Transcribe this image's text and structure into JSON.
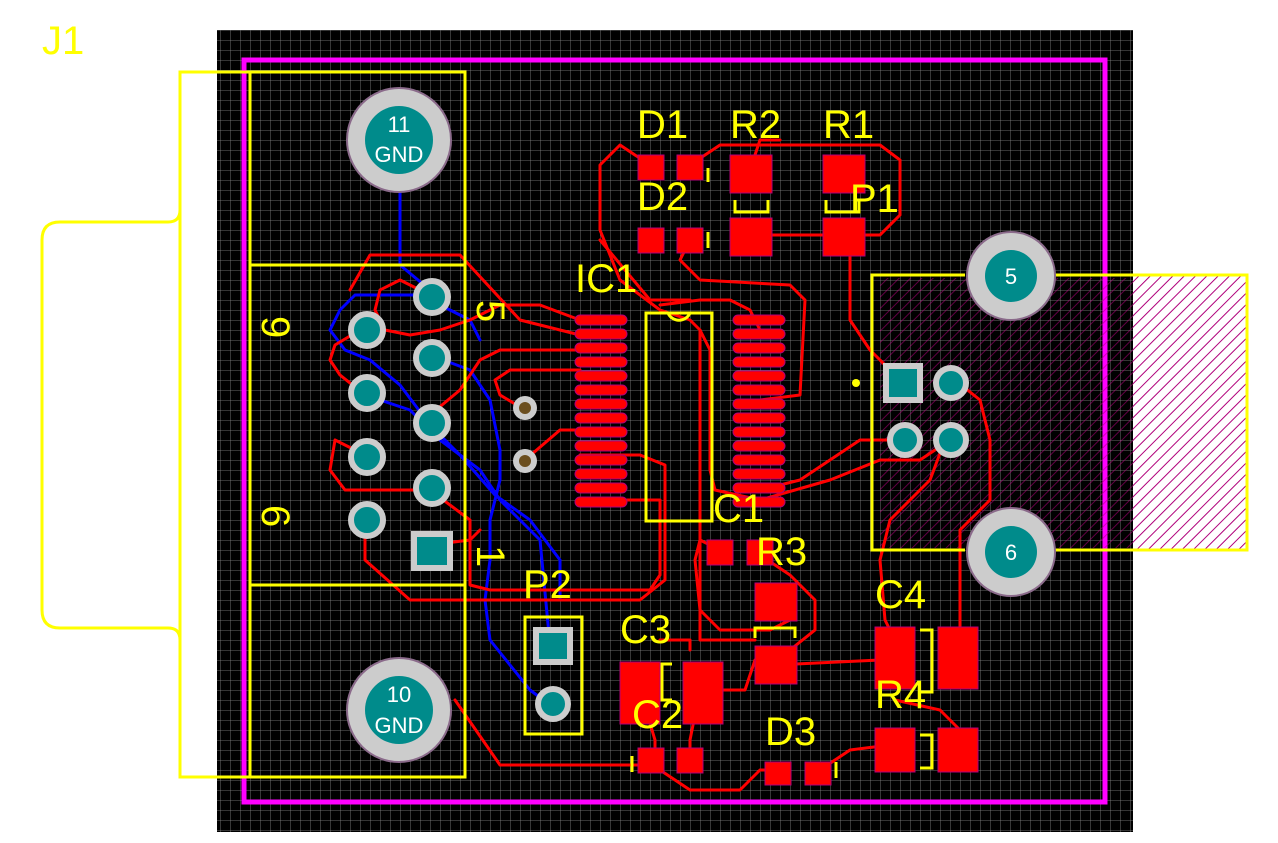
{
  "board": {
    "colors": {
      "background": "#000000",
      "grid": "#8a8a8a",
      "outline": "#ff00ff",
      "silkscreen": "#ffff00",
      "copper_top": "#ff0000",
      "copper_bottom": "#0000ff",
      "pad": "#008b8b"
    }
  },
  "labels": {
    "j1_top": "J1",
    "d1": "D1",
    "r2": "R2",
    "r1": "R1",
    "d2": "D2",
    "p1": "P1",
    "ic1": "IC1",
    "c1": "C1",
    "r3": "R3",
    "p2": "P2",
    "c3": "C3",
    "c4": "C4",
    "c2": "C2",
    "d3": "D3",
    "r4": "R4",
    "conn_5": "5",
    "conn_9": "9",
    "conn_6": "6",
    "conn_1": "1"
  },
  "pads": {
    "gnd_top_num": "11",
    "gnd_top_name": "GND",
    "gnd_bottom_num": "10",
    "gnd_bottom_name": "GND",
    "usb_5": "5",
    "usb_6": "6"
  }
}
